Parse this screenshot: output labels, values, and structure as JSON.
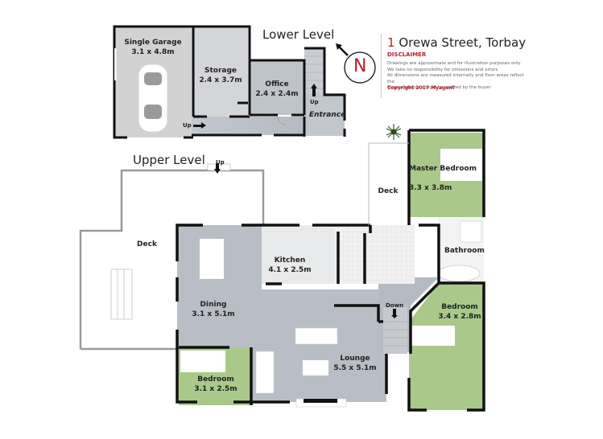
{
  "header": {
    "address_number": "1",
    "address_street": "Orewa Street, Torbay",
    "disclaimer_heading": "DISCLAIMER",
    "disclaimer_lines": [
      "Drawings are approximate and for illustration purposes only",
      "We take no responsibility for omissions and errors",
      "All dimensions are measured internally and floor areas reflect the",
      "Measurements should be verified by the buyer"
    ],
    "copyright": "Copyright 2017   Myagent",
    "compass": "N"
  },
  "colors": {
    "accent": "#b22028",
    "living_fill": "#b9bec6",
    "bedroom_fill": "#a9c98a",
    "garage_fill": "#d2d2d2",
    "wall": "#111111",
    "deck_outline": "#9a9a9a"
  },
  "lower_level": {
    "title": "Lower Level",
    "rooms": [
      {
        "name": "Single Garage",
        "dims": "3.1 x 4.8m"
      },
      {
        "name": "Storage",
        "dims": "2.4 x 3.7m"
      },
      {
        "name": "Office",
        "dims": "2.4 x 2.4m"
      },
      {
        "name": "Entrance",
        "dims": ""
      }
    ],
    "stair_labels": {
      "garage_up": "Up",
      "stair_up": "Up"
    }
  },
  "upper_level": {
    "title": "Upper Level",
    "rooms": [
      {
        "name": "Deck",
        "dims": ""
      },
      {
        "name": "Dining",
        "dims": "3.1 x 5.1m"
      },
      {
        "name": "Kitchen",
        "dims": "4.1 x 2.5m"
      },
      {
        "name": "Lounge",
        "dims": "5.5 x 5.1m"
      },
      {
        "name": "Bedroom",
        "dims": "3.1 x 2.5m"
      },
      {
        "name": "Master Bedroom",
        "dims": "3.3 x 3.8m"
      },
      {
        "name": "Bathroom",
        "dims": ""
      },
      {
        "name": "Bedroom",
        "dims": "3.4 x 2.8m"
      },
      {
        "name": "Deck",
        "dims": ""
      }
    ],
    "stair_labels": {
      "deck_up": "Up",
      "down": "Down"
    }
  }
}
